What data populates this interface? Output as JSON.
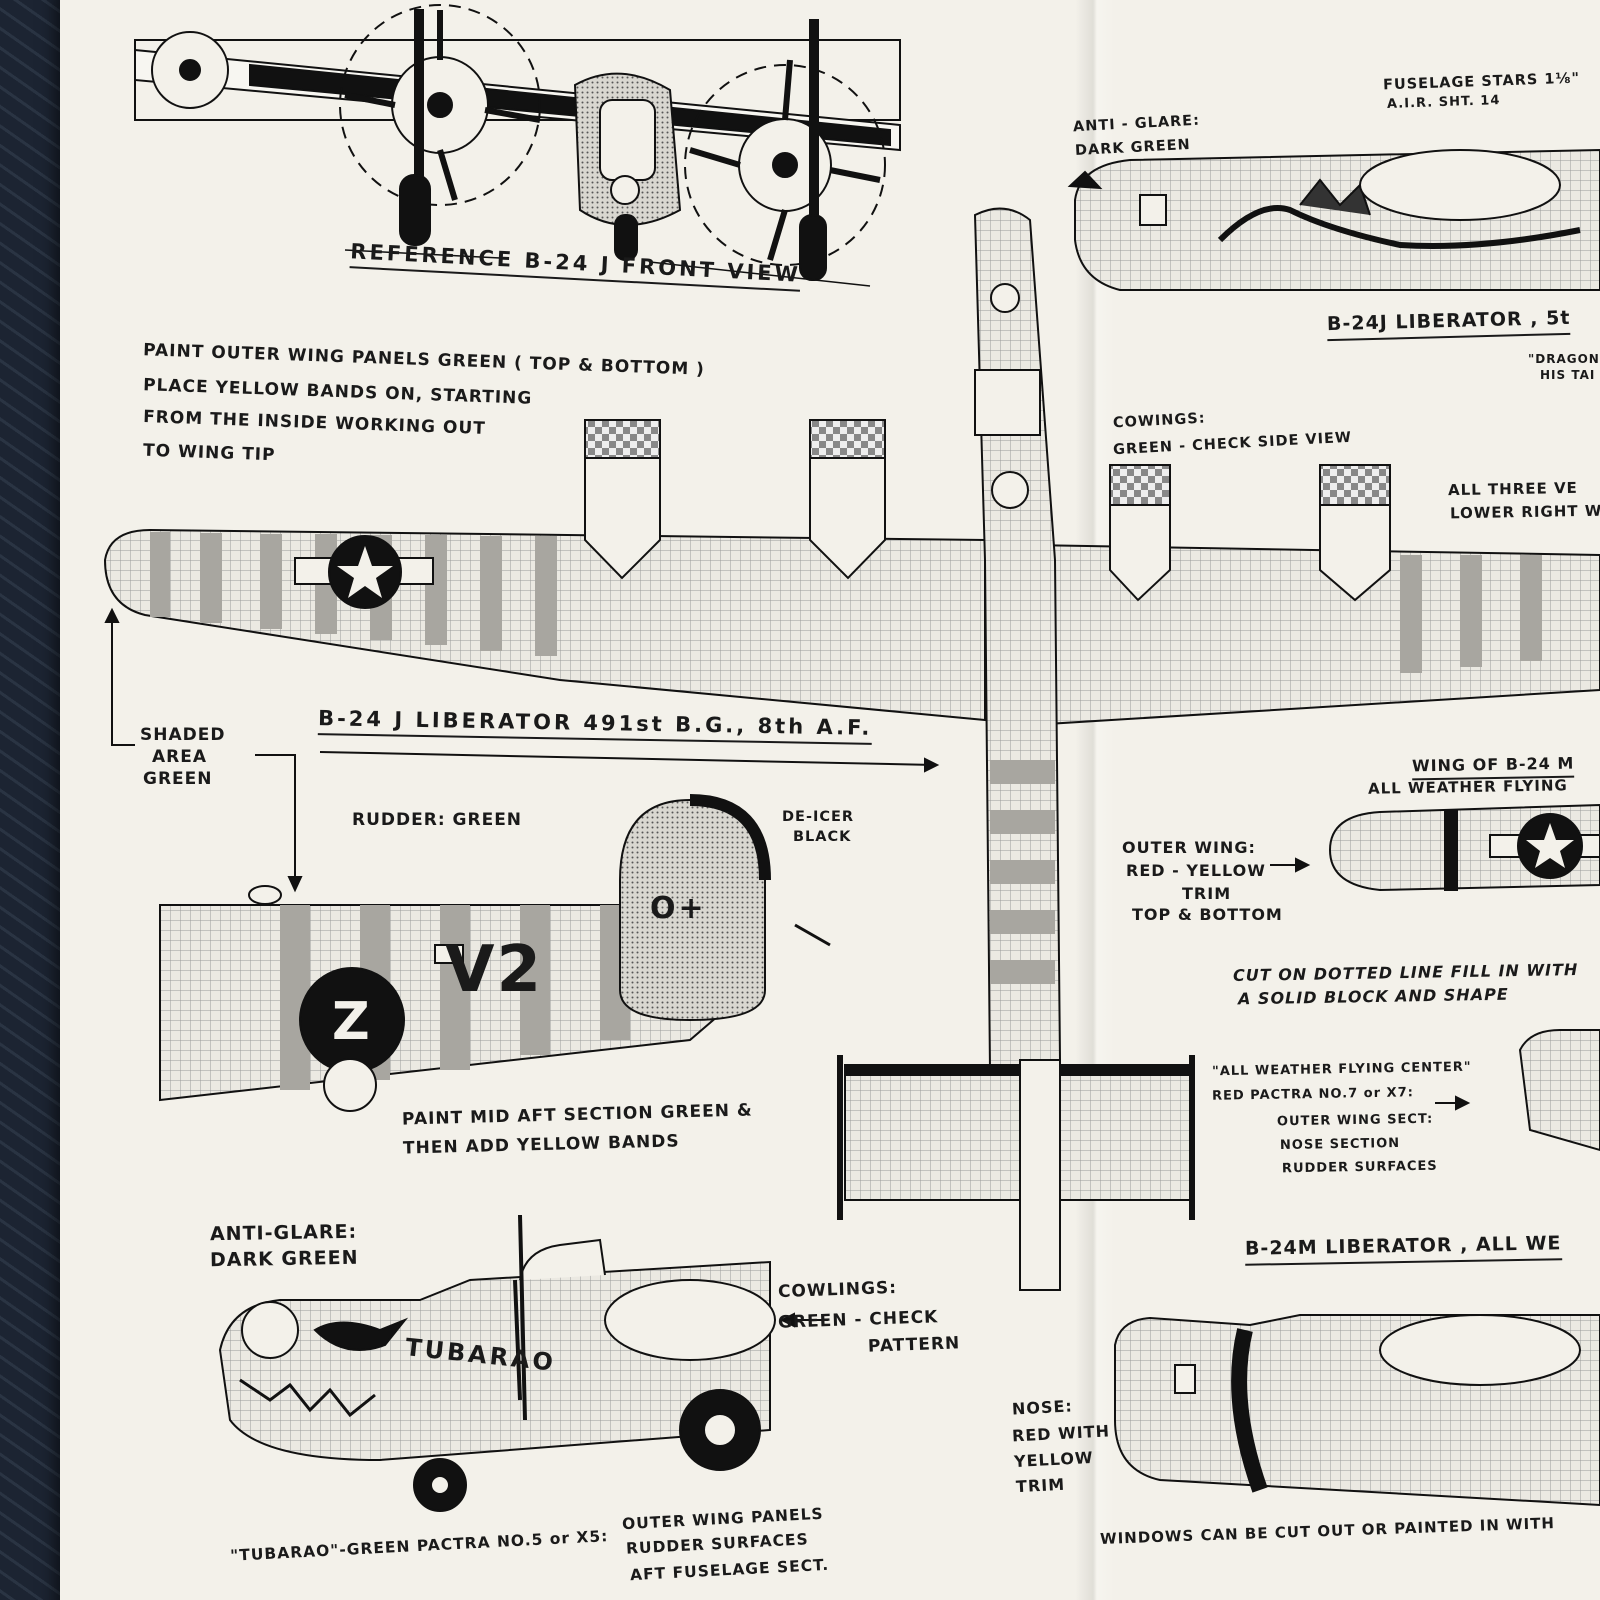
{
  "labels": {
    "front_view_title": "REFERENCE B-24 J FRONT VIEW",
    "paint_note_1": "PAINT OUTER WING PANELS GREEN ( TOP & BOTTOM )",
    "paint_note_2": "PLACE YELLOW BANDS ON, STARTING",
    "paint_note_3": "FROM THE INSIDE WORKING OUT",
    "paint_note_4": "TO WING TIP",
    "shaded_1": "SHADED",
    "shaded_2": "AREA",
    "shaded_3": "GREEN",
    "main_title": "B-24 J LIBERATOR 491st B.G., 8th A.F.",
    "rudder": "RUDDER: GREEN",
    "deicer_1": "DE-ICER",
    "deicer_2": "BLACK",
    "mid_aft_1": "PAINT MID AFT SECTION GREEN &",
    "mid_aft_2": "THEN ADD YELLOW BANDS",
    "antiglare_1": "ANTI-GLARE:",
    "antiglare_2": "DARK GREEN",
    "cowlings_1": "COWLINGS:",
    "cowlings_2": "GREEN - CHECK",
    "cowlings_3": "PATTERN",
    "tubarao_1": "\"TUBARAO\"-GREEN PACTRA NO.5 or X5:",
    "tubarao_2": "OUTER WING PANELS",
    "tubarao_3": "RUDDER SURFACES",
    "tubarao_4": "AFT FUSELAGE SECT.",
    "nose_1": "NOSE:",
    "nose_2": "RED WITH",
    "nose_3": "YELLOW",
    "nose_4": "TRIM",
    "anti_glare_r1": "ANTI - GLARE:",
    "anti_glare_r2": "DARK GREEN",
    "fuselage_stars_1": "FUSELAGE STARS 1⅛\"",
    "fuselage_stars_2": "A.I.R. SHT. 14",
    "b24j_5th": "B-24J LIBERATOR , 5t",
    "dragon_1": "\"DRAGON",
    "dragon_2": "HIS TAI",
    "cowlings_r1": "COWINGS:",
    "cowlings_r2": "GREEN - CHECK SIDE VIEW",
    "all_three_1": "ALL THREE VE",
    "all_three_2": "LOWER RIGHT W",
    "wing_b24m_1": "WING OF B-24 M",
    "wing_b24m_2": "ALL WEATHER FLYING",
    "outer_wing_1": "OUTER WING:",
    "outer_wing_2": "RED - YELLOW",
    "outer_wing_3": "TRIM",
    "outer_wing_4": "TOP & BOTTOM",
    "cut_1": "CUT ON DOTTED LINE FILL IN WITH",
    "cut_2": "A SOLID BLOCK AND SHAPE",
    "awfc_1": "\"ALL WEATHER FLYING CENTER\"",
    "awfc_2": "RED PACTRA NO.7 or X7:",
    "awfc_3": "OUTER WING SECT:",
    "awfc_4": "NOSE SECTION",
    "awfc_5": "RUDDER SURFACES",
    "b24m_title": "B-24M LIBERATOR , ALL WE",
    "windows": "WINDOWS CAN BE CUT OUT OR PAINTED IN WITH",
    "code_v2": "V2",
    "code_z": "Z",
    "code_o": "O+",
    "tubarao_nose": "TUBARAO"
  }
}
